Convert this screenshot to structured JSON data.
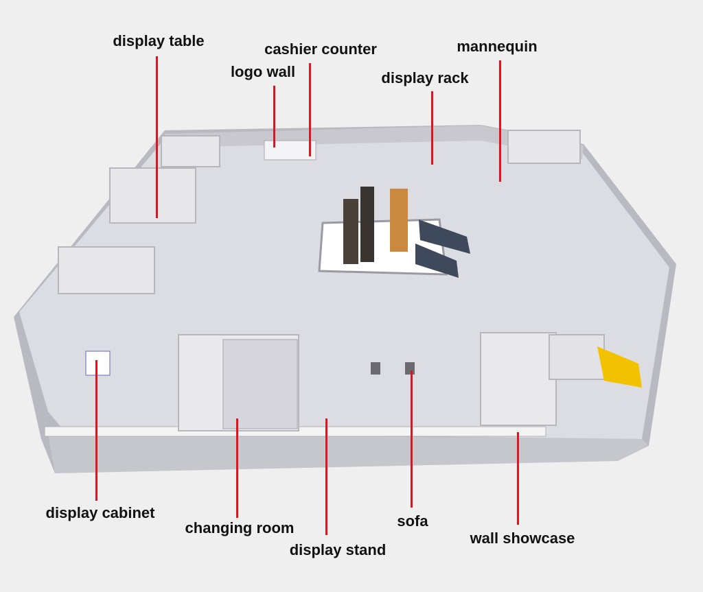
{
  "labels": {
    "display_table": "display table",
    "cashier_counter": "cashier counter",
    "logo_wall": "logo wall",
    "display_rack": "display rack",
    "mannequin": "mannequin",
    "display_cabinet": "display cabinet",
    "changing_room": "changing room",
    "display_stand": "display stand",
    "sofa": "sofa",
    "wall_showcase": "wall showcase"
  },
  "colors": {
    "leader_line": "#e0131f",
    "floor": "#dcdce2",
    "wall": "#c9c9ce",
    "atrium": "#ffffff",
    "accent": "#f2c200"
  }
}
